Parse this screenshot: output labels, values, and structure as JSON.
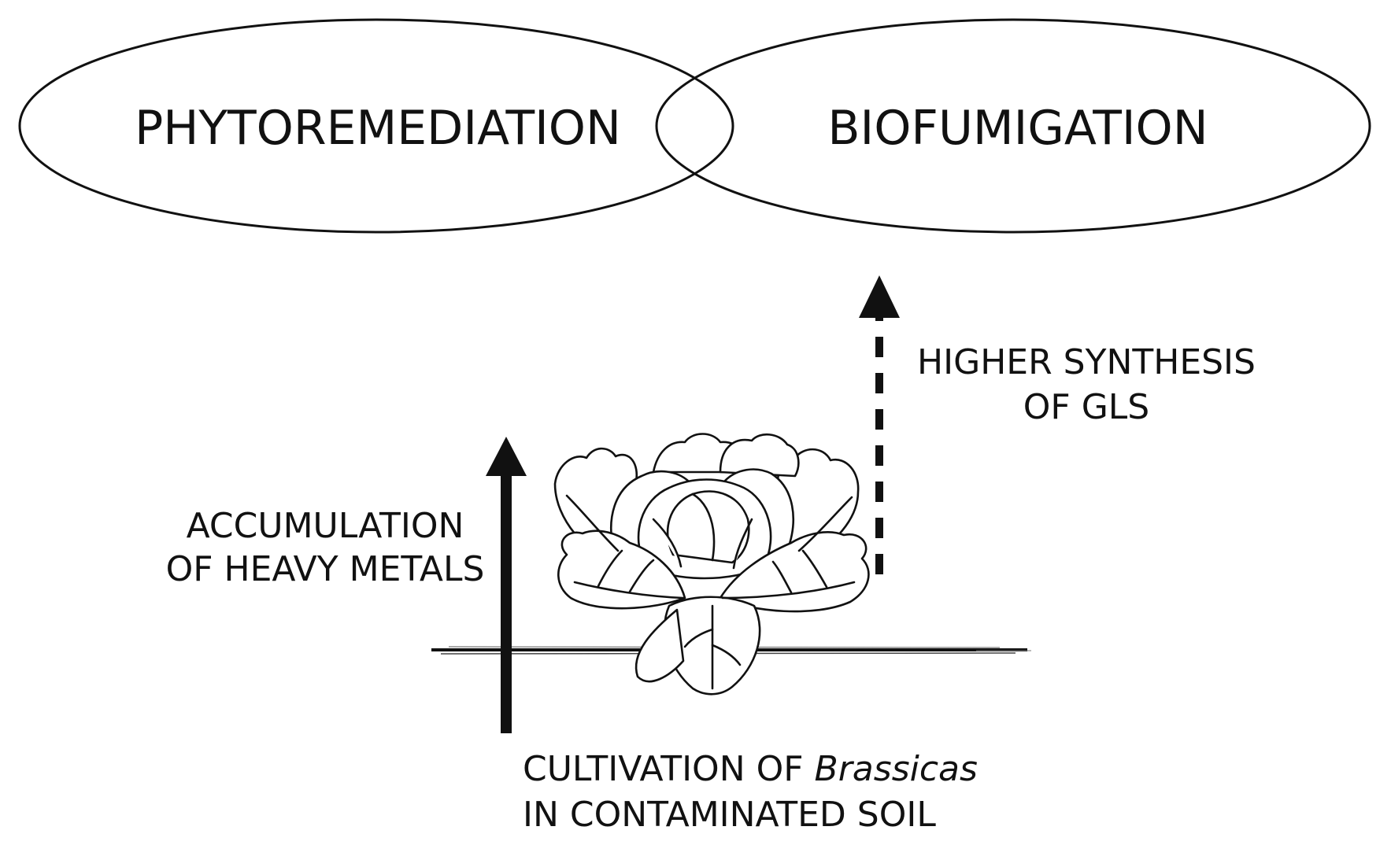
{
  "ellipses": {
    "left_label": "PHYTOREMEDIATION",
    "right_label": "BIOFUMIGATION"
  },
  "left_arrow": {
    "line1": "ACCUMULATION",
    "line2": "OF HEAVY METALS"
  },
  "right_arrow": {
    "line1": "HIGHER SYNTHESIS",
    "line2": "OF GLS"
  },
  "bottom": {
    "line1_main": "CULTIVATION OF ",
    "line1_italic": "Brassicas",
    "line2": "IN CONTAMINATED SOIL"
  },
  "icons": {
    "plant": "cabbage-plant-icon"
  }
}
